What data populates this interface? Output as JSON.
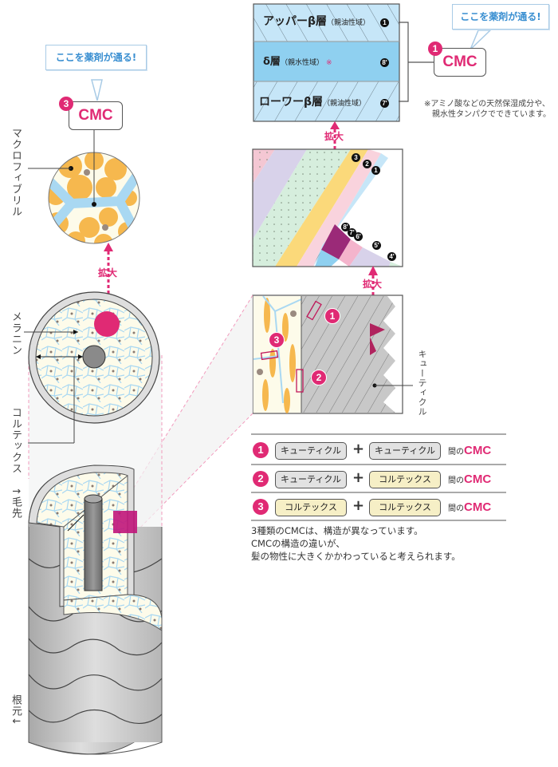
{
  "colors": {
    "accent_pink": "#e02a74",
    "bubble_blue": "#3a8fd1",
    "cortex_yellow": "#fdfbea",
    "cell_blue": "#a9d8f2",
    "macrofibril_orange": "#f6b84e",
    "cuticle_gray": "#c8c8c8",
    "delta_blue": "#8fd0f0",
    "beta_blue": "#c6e6f8"
  },
  "top_right": {
    "layers": [
      {
        "name": "アッパーβ層",
        "sub": "（親油性域）",
        "marker": "1"
      },
      {
        "name": "δ層",
        "sub": "（親水性域）",
        "asterisk": "※",
        "marker": "8'"
      },
      {
        "name": "ローワーβ層",
        "sub": "（親油性域）",
        "marker": "7'"
      }
    ],
    "bubble": "ここを薬剤が通る!",
    "cmc_badge": "1",
    "cmc_label": "CMC",
    "note_line1": "※アミノ酸などの天然保湿成分や、",
    "note_line2": "親水性タンパクでできています。"
  },
  "top_left": {
    "bubble": "ここを薬剤が通る!",
    "cmc_badge": "3",
    "cmc_label": "CMC",
    "macrofibril_label": "マクロフィブリル"
  },
  "zoom_label": "拡大",
  "mid_right": {
    "markers_upper": [
      "3",
      "2",
      "1"
    ],
    "markers_lower": [
      "8'",
      "7'",
      "6'",
      "5'",
      "4'"
    ]
  },
  "cuticle_panel": {
    "badges": [
      "1",
      "2",
      "3"
    ],
    "cuticle_label": "キューティクル"
  },
  "hair_labels": {
    "melanin": "メラニン",
    "cortex": "コルテックス",
    "tip": "↑毛先",
    "root": "根元↓"
  },
  "legend": {
    "rows": [
      {
        "num": "1",
        "left": "キューティクル",
        "left_type": "cut",
        "right": "キューティクル",
        "right_type": "cut"
      },
      {
        "num": "2",
        "left": "キューティクル",
        "left_type": "cut",
        "right": "コルテックス",
        "right_type": "cor"
      },
      {
        "num": "3",
        "left": "コルテックス",
        "left_type": "cor",
        "right": "コルテックス",
        "right_type": "cor"
      }
    ],
    "plus": "+",
    "between": "間の",
    "cmc": "CMC"
  },
  "summary": {
    "line1": "3種類のCMCは、構造が異なっています。",
    "line2": "CMCの構造の違いが、",
    "line3": "髪の物性に大きくかかわっていると考えられます。"
  }
}
